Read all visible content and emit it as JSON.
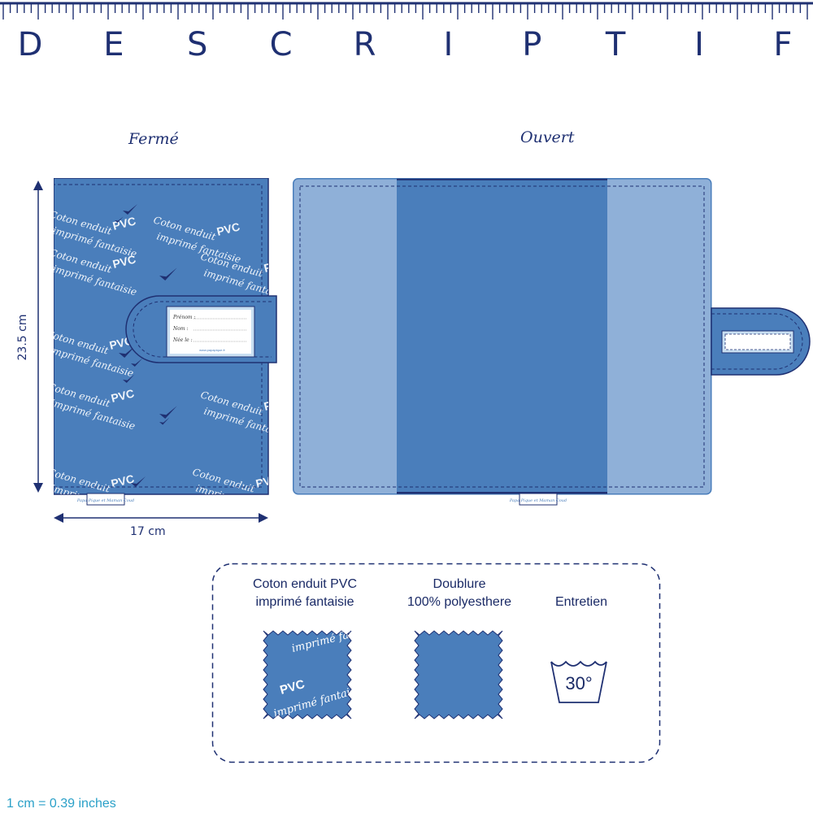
{
  "header": {
    "title_letters": [
      "D",
      "E",
      "S",
      "C",
      "R",
      "I",
      "P",
      "T",
      "I",
      "F"
    ],
    "accent_color": "#1f3072"
  },
  "views": {
    "closed_label": "Fermé",
    "open_label": "Ouvert"
  },
  "dimensions": {
    "height_label": "23.5 cm",
    "width_label": "17 cm"
  },
  "cover": {
    "pattern_words": [
      "Coton enduit",
      "imprimé fantaisie",
      "PVC"
    ],
    "id_card_lines": [
      "Prénom :",
      "Nom :",
      "Née le :"
    ],
    "id_card_footer": "www.papapique.fr",
    "brand_tag": "Papa Pique et Maman Coud",
    "colors": {
      "fabric": "#4a7ebb",
      "lining": "#8fb0d8",
      "dark": "#1f3072"
    }
  },
  "materials": [
    {
      "line1": "Coton enduit PVC",
      "line2": "imprimé fantaisie",
      "swatch": "printed"
    },
    {
      "line1": "Doublure",
      "line2": "100% polyesthere",
      "swatch": "plain"
    },
    {
      "line1": "Entretien",
      "line2": "",
      "swatch": "wash"
    }
  ],
  "care": {
    "wash_temp": "30°"
  },
  "footer": {
    "conversion": "1 cm = 0.39 inches"
  }
}
